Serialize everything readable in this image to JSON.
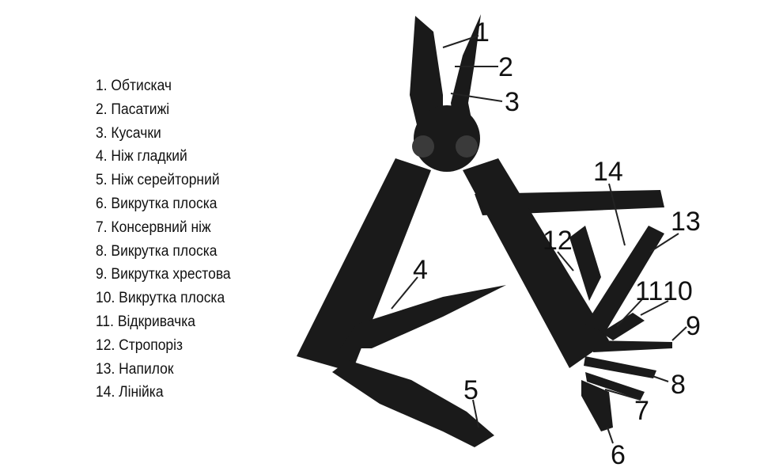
{
  "legend": [
    "1. Обтискач",
    "2. Пасатижі",
    "3. Кусачки",
    "4. Ніж гладкий",
    "5. Ніж серейторний",
    "6. Викрутка плоска",
    "7. Консервний ніж",
    "8. Викрутка плоска",
    "9. Викрутка хрестова",
    "10. Викрутка плоска",
    "11. Відкривачка",
    "12. Стропоріз",
    "13. Напилок",
    "14. Лінійка"
  ],
  "callouts": [
    "1",
    "2",
    "3",
    "4",
    "5",
    "6",
    "7",
    "8",
    "9",
    "10",
    "11",
    "12",
    "13",
    "14"
  ],
  "colors": {
    "tool": "#1a1a1a",
    "tool_highlight": "#3a3a3a",
    "text": "#111111"
  }
}
